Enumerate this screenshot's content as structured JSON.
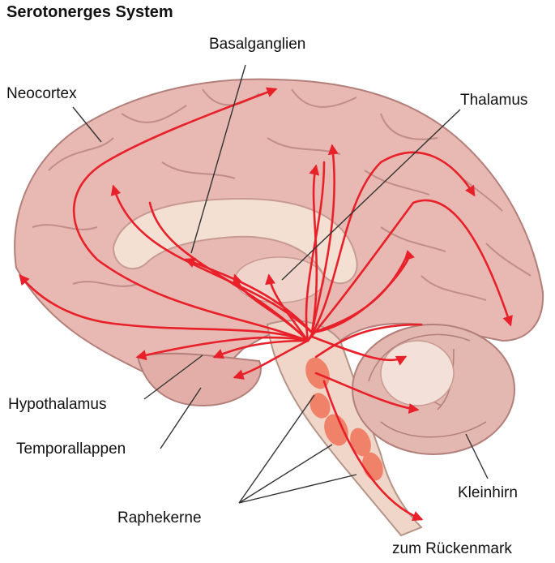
{
  "title": "Serotonerges System",
  "labels": {
    "basalganglien": "Basalganglien",
    "neocortex": "Neocortex",
    "thalamus": "Thalamus",
    "hypothalamus": "Hypothalamus",
    "temporallappen": "Temporallappen",
    "kleinhirn": "Kleinhirn",
    "raphekerne": "Raphekerne",
    "rueckenmark": "zum Rückenmark"
  },
  "colors": {
    "pathway": "#e8202a",
    "cortex_fill": "#e8b8b2",
    "cortex_dark": "#b37f7a",
    "inner": "#f3e0d2",
    "nuclei": "#f07a5f",
    "leader": "#333333"
  }
}
